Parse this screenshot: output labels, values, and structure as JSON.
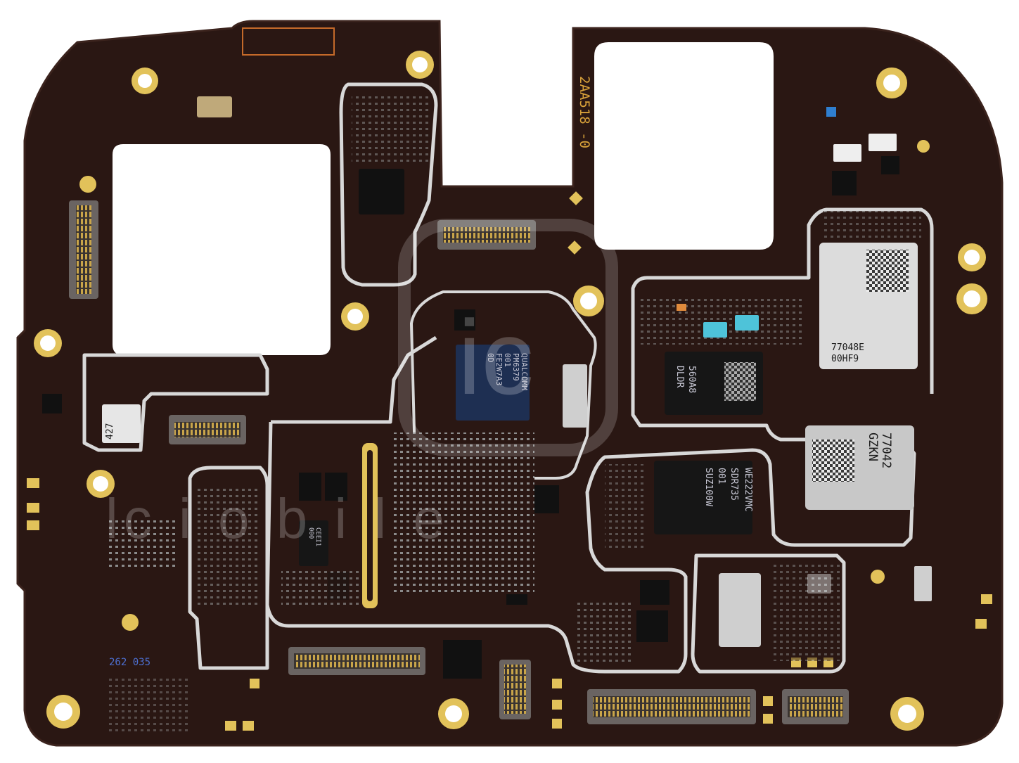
{
  "board": {
    "pcb_color": "#2a1713",
    "shield_color": "#d8d8d8",
    "gold_color": "#e2c25a"
  },
  "silkscreen": {
    "board_id": "2AA518  -0",
    "bottom_code": "262 035"
  },
  "chips": {
    "pmic": {
      "line1": "QUALCOMM",
      "line2": "PM6379",
      "line3": "001",
      "line4": "FE2W7A3",
      "line5": "0D"
    },
    "rf_module_top": {
      "line1": "77048E",
      "line2": "00HF9"
    },
    "memory": {
      "line1": "560A8",
      "line2": "DLDR"
    },
    "rf_module_mid": {
      "line1": "77042",
      "line2": "GZKN"
    },
    "transceiver": {
      "line1": "WE222VMC",
      "line2": "SDR735",
      "line3": "001",
      "line4": "SUZ100W"
    },
    "small_left": {
      "line1": "427"
    },
    "audio_small": {
      "line1": "CEEI1",
      "line2": "000"
    }
  },
  "watermark": {
    "line1": "ic",
    "line2": "lc i o b i l e"
  }
}
